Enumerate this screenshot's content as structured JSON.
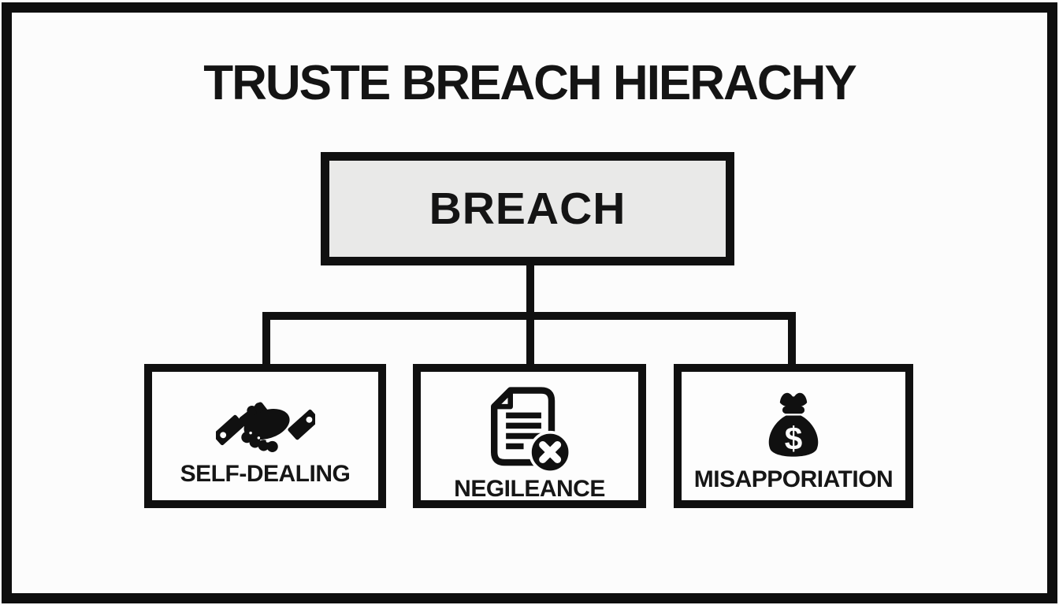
{
  "title": "TRUSTE BREACH HIERACHY",
  "root": {
    "label": "BREACH"
  },
  "children": [
    {
      "label": "SELF-DEALING",
      "icon": "handshake-icon"
    },
    {
      "label": "NEGILEANCE",
      "icon": "document-x-icon"
    },
    {
      "label": "MISAPPORIATION",
      "icon": "money-bag-icon"
    }
  ],
  "colors": {
    "ink": "#101010",
    "root_fill": "#e9e9e8",
    "child_fill": "#fdfdfd",
    "background": "#fcfcfc"
  }
}
